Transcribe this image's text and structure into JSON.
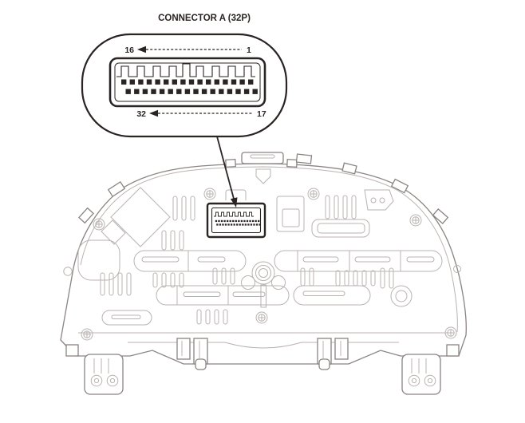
{
  "title": "CONNECTOR A (32P)",
  "callout": {
    "connector_name": "A",
    "pin_count_label": "32P",
    "pin_top_left": "16",
    "pin_top_right": "1",
    "pin_bottom_left": "32",
    "pin_bottom_right": "17",
    "rows": 2,
    "pins_per_row": 16
  },
  "colors": {
    "ink": "#2a2423",
    "line_light": "#b9b3b1",
    "line_dark": "#8a8482",
    "background": "#ffffff"
  }
}
